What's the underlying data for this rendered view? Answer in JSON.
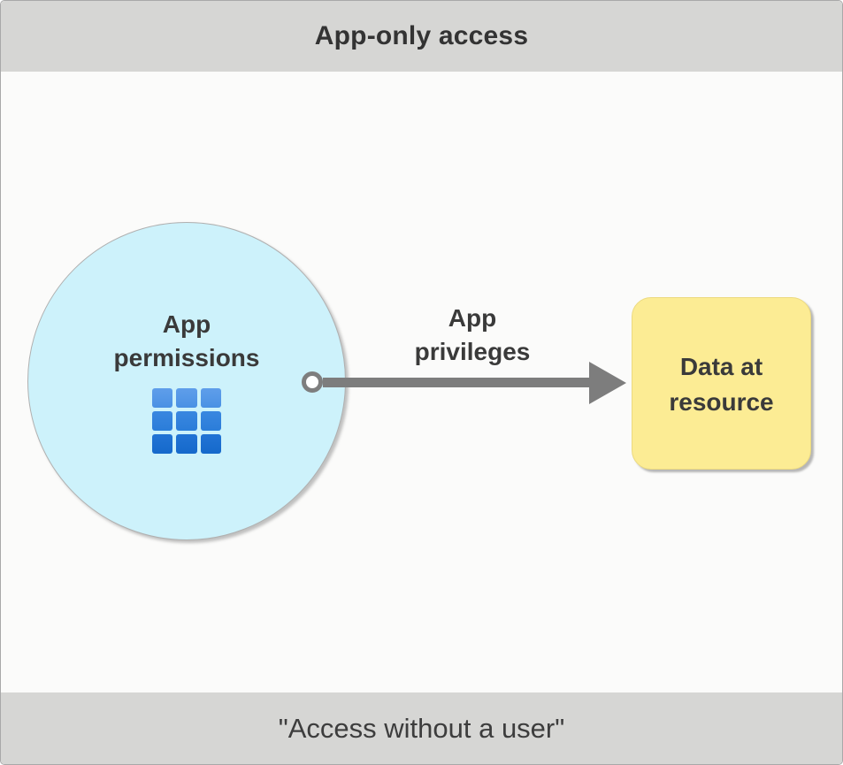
{
  "header": {
    "title": "App-only access"
  },
  "footer": {
    "quote": "\"Access without a user\""
  },
  "diagram": {
    "app_permissions": {
      "line1": "App",
      "line2": "permissions",
      "icon": "app-grid-icon"
    },
    "arrow": {
      "line1": "App",
      "line2": "privileges"
    },
    "data_at_resource": {
      "line1": "Data at",
      "line2": "resource"
    }
  },
  "colors": {
    "band-gray": "#d6d6d4",
    "main-bg": "#fbfbfa",
    "circle-cyan": "#cdf2fb",
    "note-yellow": "#fcec94",
    "arrow-gray": "#7d7d7d",
    "text-dark": "#3a3a3a",
    "icon-blue-top": "#5f9eea",
    "icon-blue-bottom": "#1569cb"
  }
}
